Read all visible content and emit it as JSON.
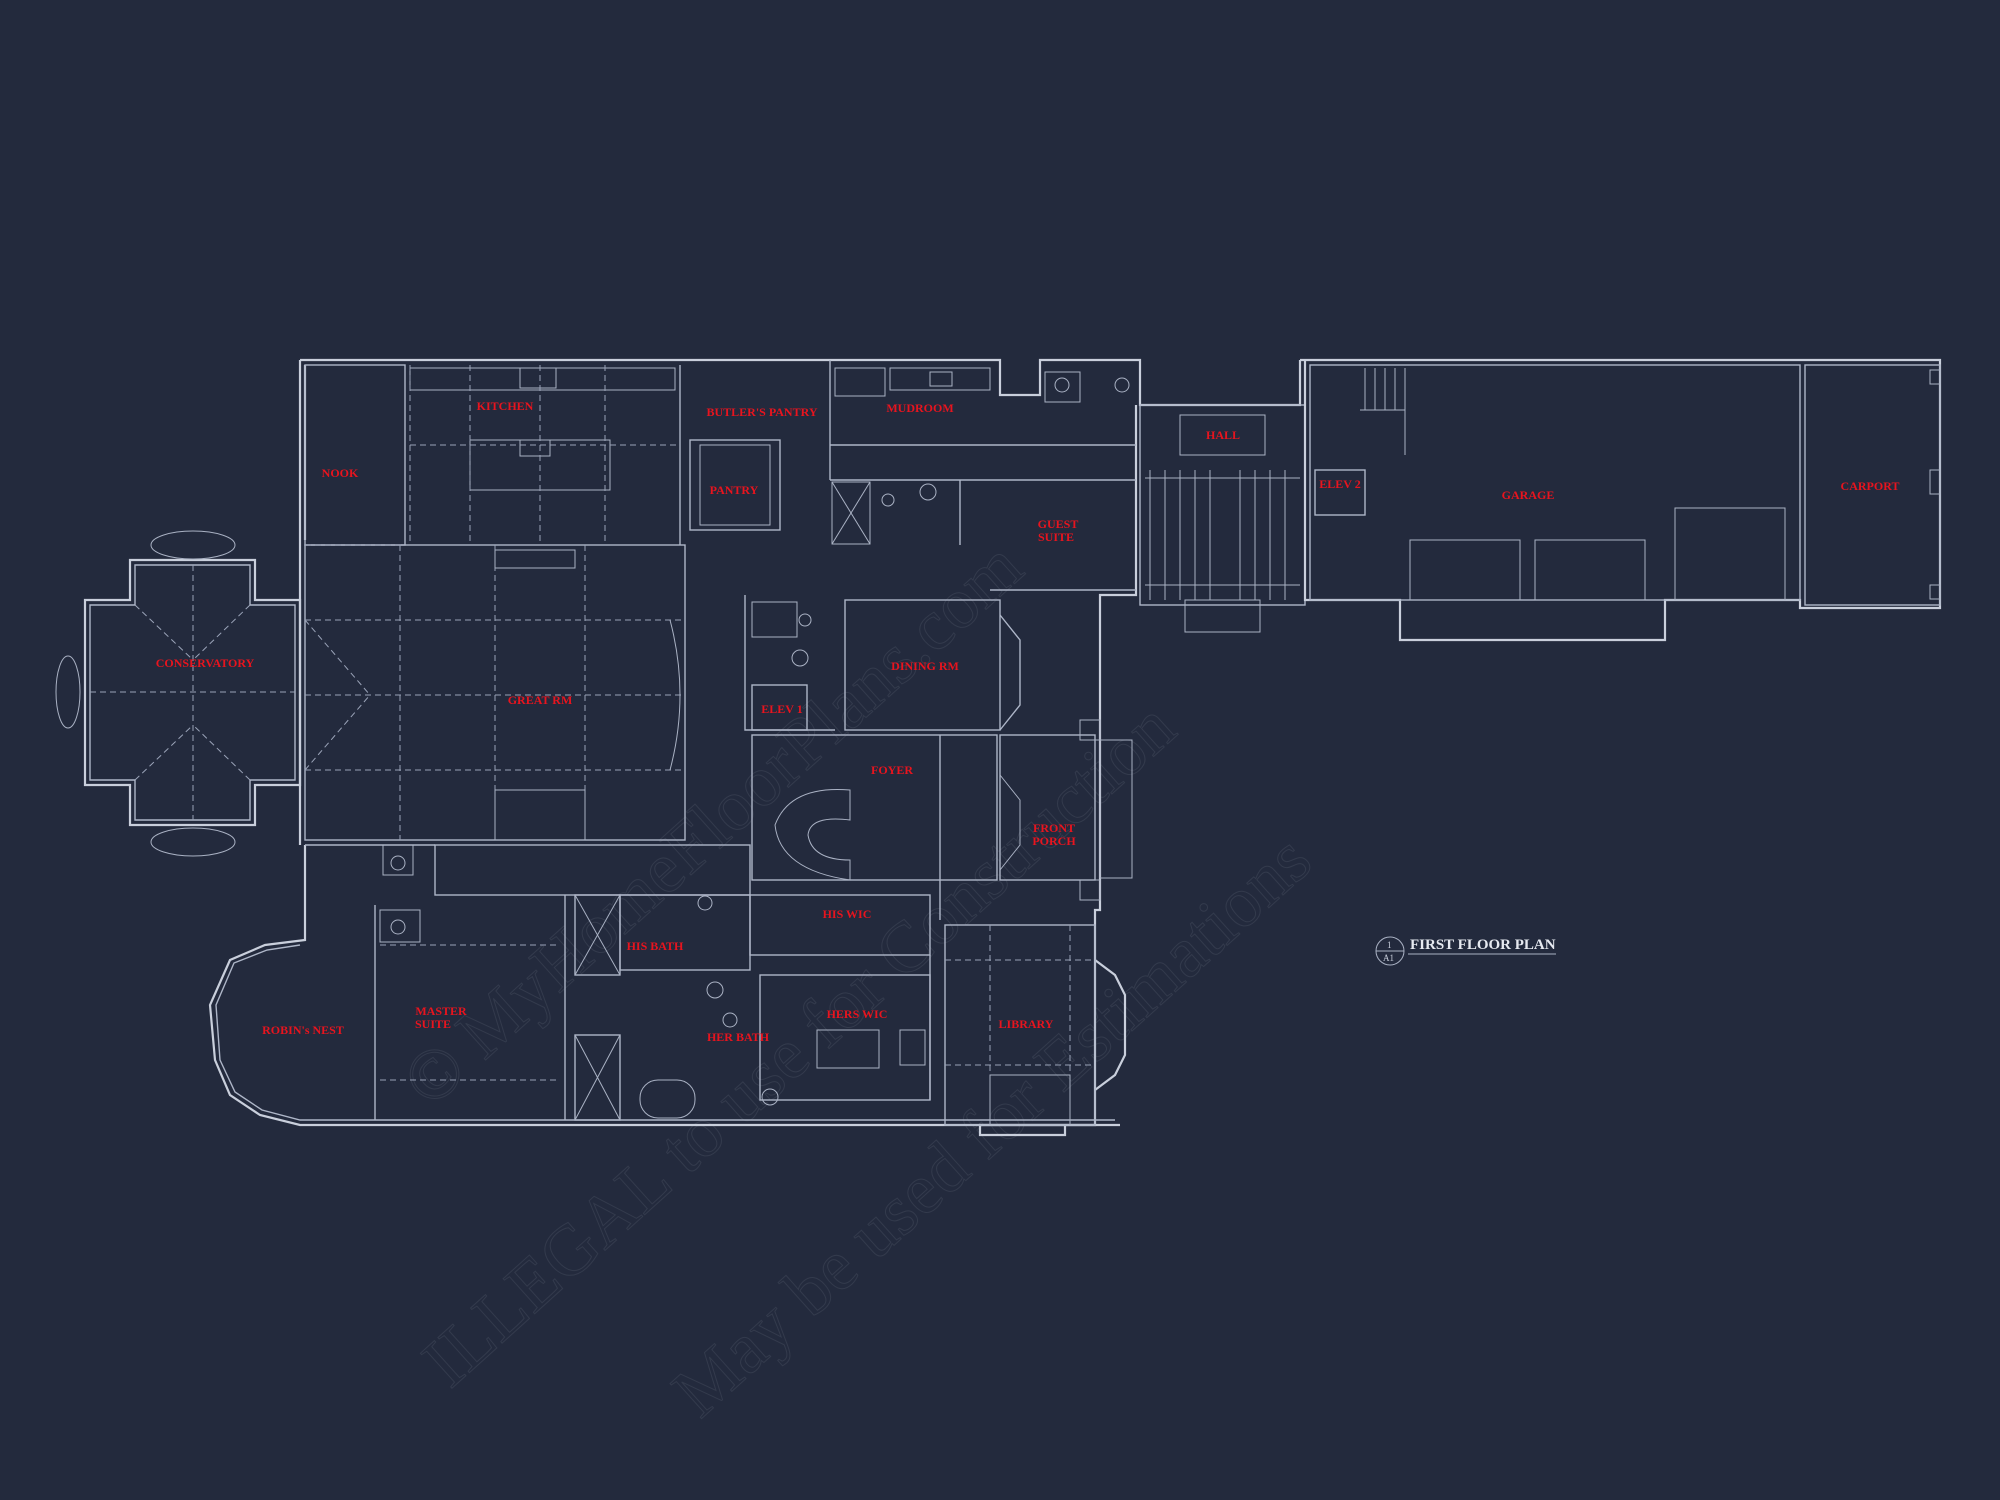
{
  "plan_title": "FIRST FLOOR PLAN",
  "plan_marker": {
    "number": "1",
    "sheet": "A1"
  },
  "watermark": {
    "line1": "© MyHomeFloorPlans.com",
    "line2": "ILLEGAL to use for Construction",
    "line3": "May be used for Estimations"
  },
  "rooms": {
    "kitchen": "KITCHEN",
    "butlers_pantry": "BUTLER'S PANTRY",
    "mudroom": "MUDROOM",
    "hall": "HALL",
    "nook": "NOOK",
    "pantry": "PANTRY",
    "guest_suite_1": "GUEST",
    "guest_suite_2": "SUITE",
    "garage": "GARAGE",
    "carport": "CARPORT",
    "elev2": "ELEV 2",
    "conservatory": "CONSERVATORY",
    "great_rm": "GREAT RM",
    "dining_rm": "DINING RM",
    "elev1": "ELEV 1",
    "foyer": "FOYER",
    "front_porch_1": "FRONT",
    "front_porch_2": "PORCH",
    "his_wic": "HIS WIC",
    "his_bath": "HIS BATH",
    "robins_nest": "ROBIN's NEST",
    "master_suite_1": "MASTER",
    "master_suite_2": "SUITE",
    "hers_wic": "HERS WIC",
    "her_bath": "HER BATH",
    "library": "LIBRARY"
  },
  "colors": {
    "background": "#232a3d",
    "lines": "#c9cfdc",
    "labels": "#e8141e"
  }
}
